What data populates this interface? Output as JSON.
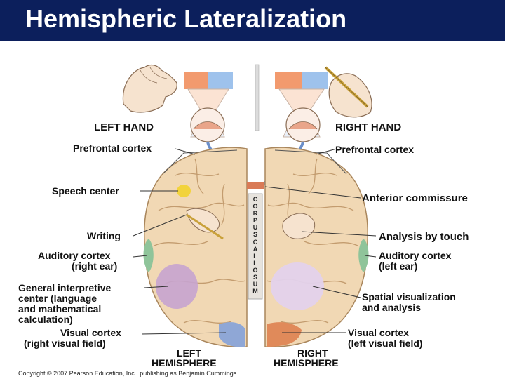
{
  "title": "Hemispheric Lateralization",
  "labels": {
    "left_hand": "LEFT HAND",
    "right_hand": "RIGHT HAND",
    "prefrontal_left": "Prefrontal cortex",
    "prefrontal_right": "Prefrontal cortex",
    "speech_center": "Speech center",
    "anterior_commissure": "Anterior commissure",
    "writing": "Writing",
    "analysis_by_touch": "Analysis by touch",
    "auditory_left_line1": "Auditory cortex",
    "auditory_left_line2": "(right ear)",
    "auditory_right_line1": "Auditory cortex",
    "auditory_right_line2": "(left ear)",
    "general_line1": "General interpretive",
    "general_line2": "center (language",
    "general_line3": "and mathematical",
    "general_line4": "calculation)",
    "spatial_line1": "Spatial visualization",
    "spatial_line2": "and analysis",
    "visual_left_line1": "Visual cortex",
    "visual_left_line2": "(right visual field)",
    "visual_right_line1": "Visual cortex",
    "visual_right_line2": "(left visual field)",
    "left_hemi_line1": "LEFT",
    "left_hemi_line2": "HEMISPHERE",
    "right_hemi_line1": "RIGHT",
    "right_hemi_line2": "HEMISPHERE",
    "corpus_callosum_letters": [
      "C",
      "O",
      "R",
      "P",
      "U",
      "S",
      "C",
      "A",
      "L",
      "L",
      "O",
      "S",
      "U",
      "M"
    ]
  },
  "copyright": "Copyright © 2007 Pearson Education, Inc., publishing as Benjamin Cummings",
  "colors": {
    "title_bar": "#0c1f5c",
    "title_text": "#ffffff",
    "brain": "#f1d8b4",
    "brain_shadow": "#d9b98f",
    "auditory": "#8fc49a",
    "general_interpretive": "#c7a4cf",
    "visual_left": "#8fa7d6",
    "visual_right": "#e08a5a",
    "speech": "#f2d33c",
    "orange_field": "#f29a6e",
    "blue_field": "#9ec2ec"
  }
}
